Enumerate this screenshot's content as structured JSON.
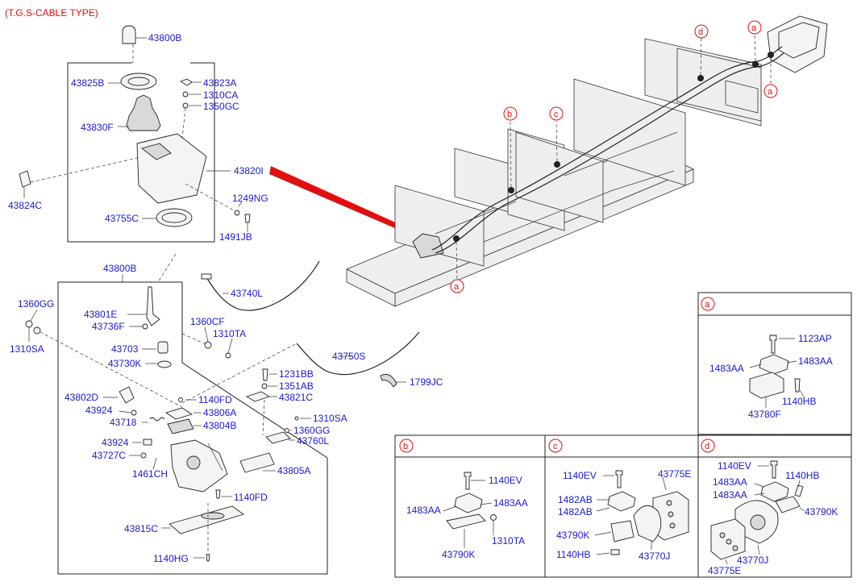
{
  "title": "(T.G.S-CABLE TYPE)",
  "labels": {
    "p43800B_top": "43800B",
    "p43825B": "43825B",
    "p43830F": "43830F",
    "p43823A": "43823A",
    "p1310CA": "1310CA",
    "p1350GC": "1350GC",
    "p43820I": "43820I",
    "p43824C": "43824C",
    "p1249NG": "1249NG",
    "p43755C": "43755C",
    "p1491JB": "1491JB",
    "p43800B_mid": "43800B",
    "p43740L": "43740L",
    "p1360GG_left": "1360GG",
    "p43801E": "43801E",
    "p43736F": "43736F",
    "p1360CF": "1360CF",
    "p1310TA_mid": "1310TA",
    "p1310SA_left": "1310SA",
    "p43703": "43703",
    "p43730K": "43730K",
    "p43750S": "43750S",
    "p1231BB": "1231BB",
    "p1799JC": "1799JC",
    "p1351AB": "1351AB",
    "p43802D": "43802D",
    "p43821C": "43821C",
    "p1140FD_a": "1140FD",
    "p43924_a": "43924",
    "p43806A": "43806A",
    "p1310SA_right": "1310SA",
    "p43718": "43718",
    "p43804B": "43804B",
    "p1360GG_right": "1360GG",
    "p43760L": "43760L",
    "p43924_b": "43924",
    "p43727C": "43727C",
    "p1461CH": "1461CH",
    "p43805A": "43805A",
    "p1140FD_b": "1140FD",
    "p43815C": "43815C",
    "p1140HG": "1140HG"
  },
  "markers": {
    "a": "a",
    "b": "b",
    "c": "c",
    "d": "d"
  },
  "detail_a": {
    "letter": "a",
    "labels": [
      "1123AP",
      "1483AA",
      "1483AA",
      "1140HB",
      "43780F"
    ]
  },
  "detail_b": {
    "letter": "b",
    "labels": [
      "1140EV",
      "1483AA",
      "1483AA",
      "1310TA",
      "43790K"
    ]
  },
  "detail_c": {
    "letter": "c",
    "labels": [
      "1140EV",
      "43775E",
      "1482AB",
      "1482AB",
      "43790K",
      "1140HB",
      "43770J"
    ]
  },
  "detail_d": {
    "letter": "d",
    "labels": [
      "1140EV",
      "1140HB",
      "1483AA",
      "1483AA",
      "43790K",
      "43770J",
      "43775E"
    ]
  },
  "colors": {
    "label": "#1a1acc",
    "title": "#dd1111",
    "marker": "#dd1111",
    "pointer": "#e01010"
  }
}
